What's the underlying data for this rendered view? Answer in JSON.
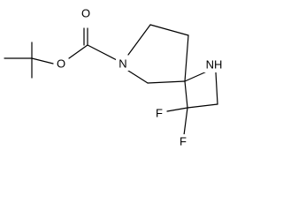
{
  "molecule": {
    "atoms": {
      "carbonyl_oxygen": "O",
      "ester_oxygen": "O",
      "ring_nitrogen": "N",
      "azetidine_nitrogen": "NH",
      "fluorine_1": "F",
      "fluorine_2": "F"
    }
  },
  "colors": {
    "bond": "#000000",
    "label": "#000000",
    "background": "#ffffff"
  }
}
